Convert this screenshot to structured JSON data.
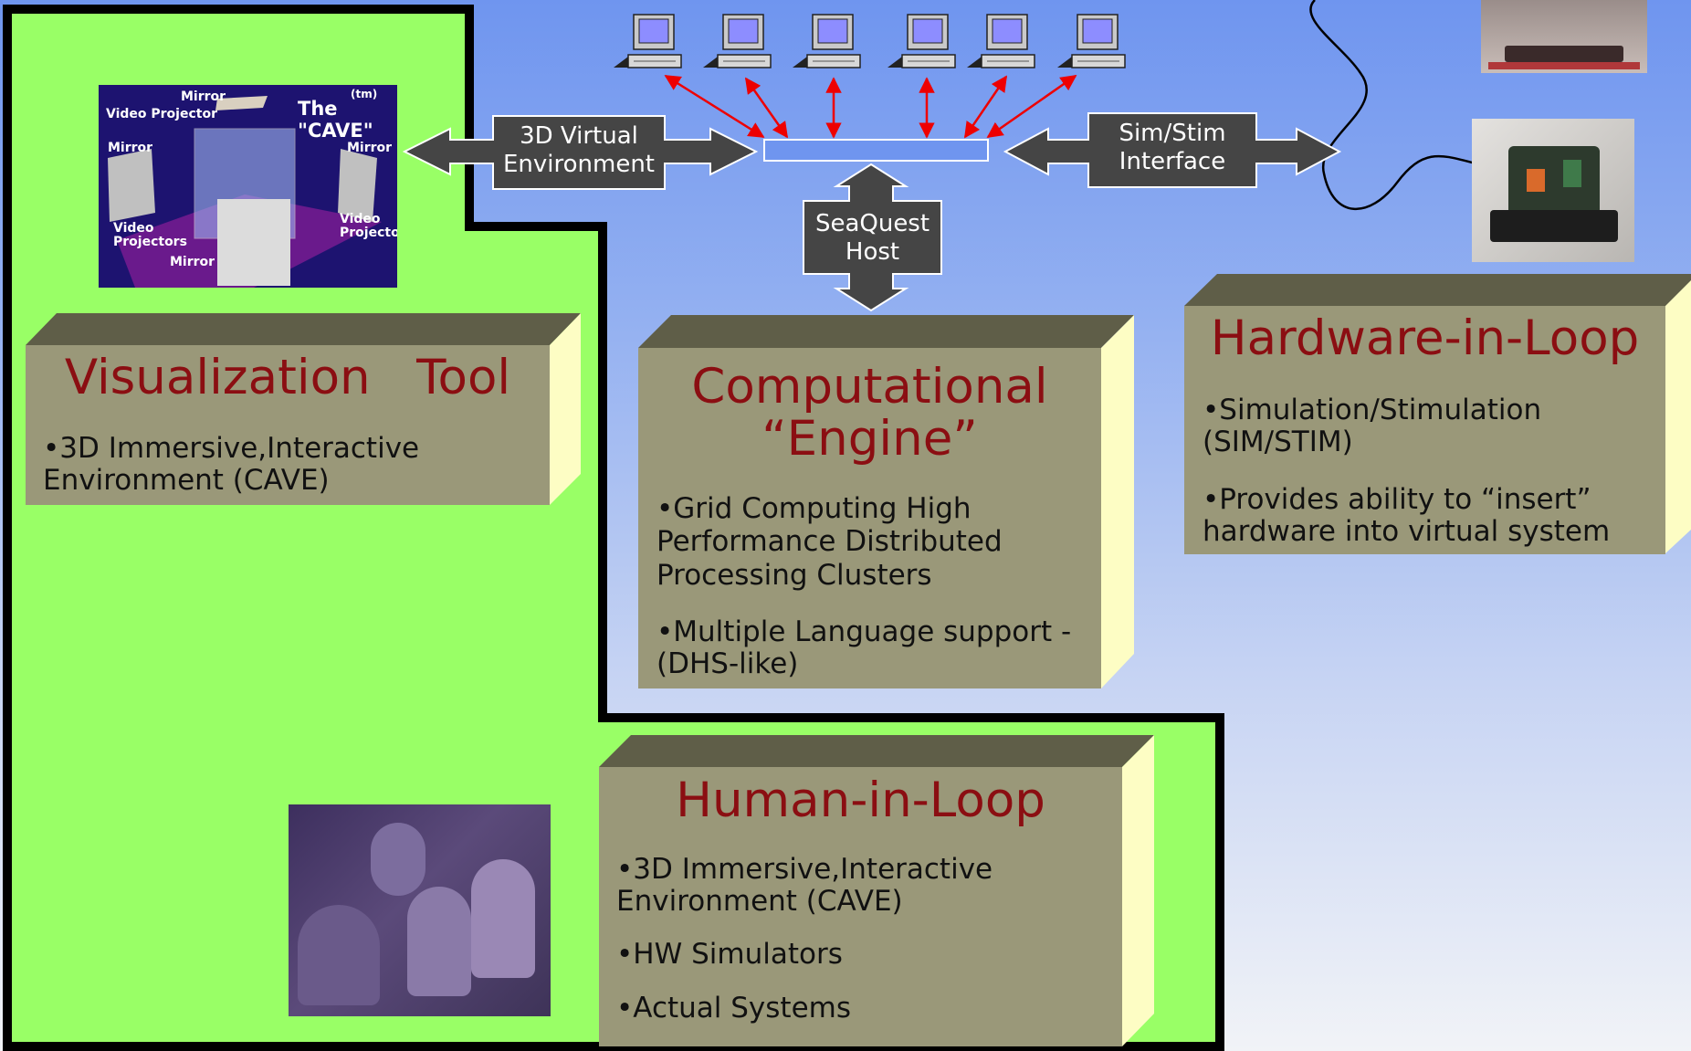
{
  "arrows": {
    "virtual_env": "3D Virtual\nEnvironment",
    "sim_stim": "Sim/Stim\nInterface",
    "host": "SeaQuest\nHost"
  },
  "cave_image": {
    "title": "The \"CAVE\"",
    "tm": "(tm)",
    "labels": {
      "mirror_top": "Mirror",
      "video_projector": "Video Projector",
      "mirror_left": "Mirror",
      "mirror_right": "Mirror",
      "video_projectors": "Video\nProjectors",
      "video_projector_right": "Video\nProjector",
      "mirror_bottom": "Mirror"
    }
  },
  "visualization": {
    "title": "Visualization   Tool",
    "bullets": [
      "•3D Immersive,Interactive\nEnvironment  (CAVE)"
    ]
  },
  "computational": {
    "title": "Computational\n“Engine”",
    "bullets": [
      "•Grid Computing  High\nPerformance Distributed\nProcessing Clusters",
      "•Multiple Language support  -\n(DHS-like)"
    ]
  },
  "hardware": {
    "title": "Hardware-in-Loop",
    "bullets": [
      "•Simulation/Stimulation\n(SIM/STIM)",
      "•Provides ability to “insert”\nhardware into virtual system"
    ]
  },
  "human": {
    "title": "Human-in-Loop",
    "bullets": [
      "•3D Immersive,Interactive\nEnvironment  (CAVE)",
      "•HW Simulators",
      "•Actual Systems"
    ]
  },
  "colors": {
    "green_region": "#99ff66",
    "box_face": "#9a9879",
    "box_top": "#5f5e48",
    "box_side": "#fdfdc4",
    "title_red": "#8b0e12",
    "arrow_fill": "#454545",
    "bus": "#6f95ef",
    "link_red": "#ee0000"
  },
  "icons": {
    "computer": "desktop-computer-icon",
    "hardware_photo": "hardware-device-photo",
    "crew_photo": "submarine-crew-photo"
  }
}
